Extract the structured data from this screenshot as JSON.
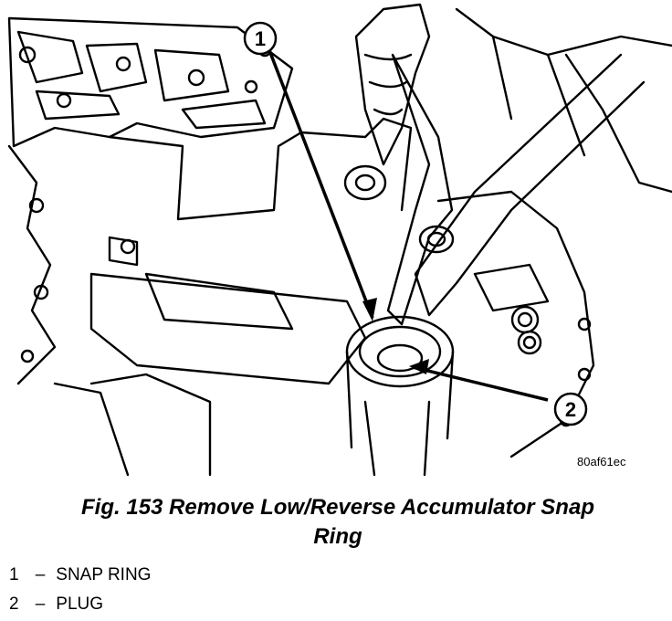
{
  "figure": {
    "callouts": [
      "1",
      "2"
    ],
    "code": "80af61ec",
    "icons": [
      "illustration"
    ]
  },
  "caption": {
    "line1": "Fig. 153 Remove Low/Reverse Accumulator Snap",
    "line2": "Ring"
  },
  "legend": [
    {
      "num": "1",
      "sep": "–",
      "label": "SNAP RING"
    },
    {
      "num": "2",
      "sep": "–",
      "label": "PLUG"
    }
  ]
}
